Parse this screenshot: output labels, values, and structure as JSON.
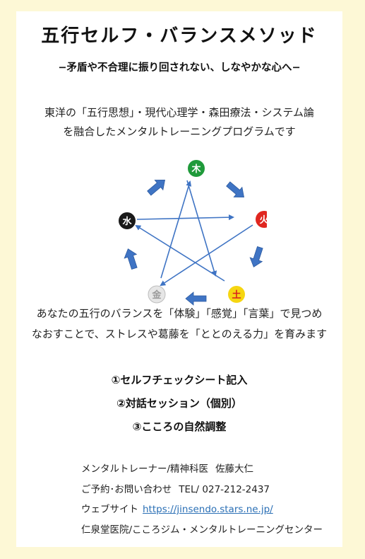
{
  "title": "五行セルフ・バランスメソッド",
  "subtitle": "−矛盾や不合理に振り回されない、しなやかな心へ−",
  "intro": {
    "line1": "東洋の「五行思想」・現代心理学・森田療法・システム論",
    "line2": "を融合したメンタルトレーニングプログラムです"
  },
  "diagram": {
    "elements": [
      {
        "label": "木",
        "color": "#1f9a3a",
        "text_color": "#ffffff"
      },
      {
        "label": "火",
        "color": "#e0261f",
        "text_color": "#ffffff"
      },
      {
        "label": "土",
        "color": "#f6d611",
        "text_color": "#d81f1f"
      },
      {
        "label": "金",
        "color": "#e6e6e6",
        "text_color": "#9a9a9a"
      },
      {
        "label": "水",
        "color": "#1a1a1a",
        "text_color": "#ffffff"
      }
    ],
    "arrow_color": "#3f74c4"
  },
  "description": {
    "line1": "あなたの五行のバランスを「体験」「感覚」「言葉」で見つめ",
    "line2": "なおすことで、ストレスや葛藤を「ととのえる力」を育みます"
  },
  "services": [
    "①セルフチェックシート記入",
    "②対話セッション（個別）",
    "③こころの自然調整"
  ],
  "contact": {
    "trainer_role": "メンタルトレーナー/精神科医",
    "trainer_name": "佐藤大仁",
    "reservation_label": "ご予約･お問い合わせ",
    "tel": "TEL/ 027-212-2437",
    "website_label": "ウェブサイト",
    "website_url": "https://jinsendo.stars.ne.jp/",
    "organization": "仁泉堂医院/こころジム・メンタルトレーニングセンター"
  }
}
